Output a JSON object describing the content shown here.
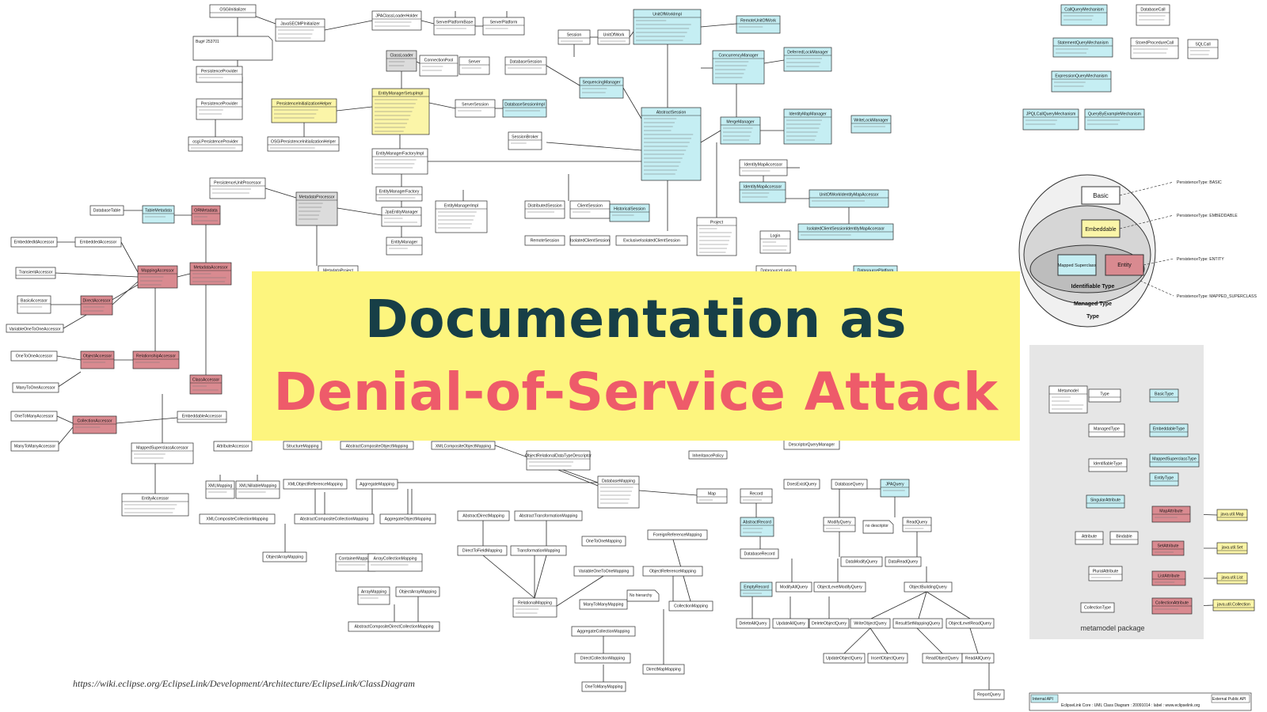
{
  "slide": {
    "title_line1": "Documentation as",
    "title_line2": "Denial-of-Service Attack",
    "source_url": "https://wiki.eclipse.org/EclipseLink/Development/Architecture/EclipseLink/ClassDiagram"
  },
  "colors": {
    "title_panel": "#fdf57e",
    "title_line1": "#173f47",
    "title_line2": "#ee5b6a",
    "class_white": "#ffffff",
    "class_cyan": "#c5eef3",
    "class_red": "#d98a90",
    "class_yellow": "#fbf5a8",
    "class_gray": "#dcdcdc",
    "line": "#2a2a2a"
  },
  "uml": {
    "classes": [
      {
        "label": "OSGiInitializer",
        "style": "white"
      },
      {
        "label": "JavaSECMPInitializer",
        "style": "white"
      },
      {
        "label": "JPAClassLoaderHolder",
        "style": "white"
      },
      {
        "label": "ServerPlatformBase",
        "style": "white"
      },
      {
        "label": "ServerPlatform",
        "style": "white"
      },
      {
        "label": "Session",
        "style": "white"
      },
      {
        "label": "UnitOfWork",
        "style": "white"
      },
      {
        "label": "UnitOfWorkImpl",
        "style": "cyan"
      },
      {
        "label": "RemoteUnitOfWork",
        "style": "cyan"
      },
      {
        "label": "CallQueryMechanism",
        "style": "cyan"
      },
      {
        "label": "DatabaseCall",
        "style": "white"
      },
      {
        "label": "PersistenceProvider",
        "style": "white"
      },
      {
        "label": "ClassLoader",
        "style": "gray"
      },
      {
        "label": "ConnectionPool",
        "style": "white"
      },
      {
        "label": "Server",
        "style": "white"
      },
      {
        "label": "DatabaseSession",
        "style": "white"
      },
      {
        "label": "ConcurrencyManager",
        "style": "cyan"
      },
      {
        "label": "DeferredLockManager",
        "style": "cyan"
      },
      {
        "label": "StatementQueryMechanism",
        "style": "cyan"
      },
      {
        "label": "StoredProcedureCall",
        "style": "white"
      },
      {
        "label": "SQLCall",
        "style": "white"
      },
      {
        "label": "SequencingManager",
        "style": "cyan"
      },
      {
        "label": "ExpressionQueryMechanism",
        "style": "cyan"
      },
      {
        "label": "PersistenceProvider",
        "style": "white"
      },
      {
        "label": "PersistenceInitializationHelper",
        "style": "yellow"
      },
      {
        "label": "EntityManagerSetupImpl",
        "style": "yellow"
      },
      {
        "label": "ServerSession",
        "style": "white"
      },
      {
        "label": "DatabaseSessionImpl",
        "style": "cyan"
      },
      {
        "label": "AbstractSession",
        "style": "cyan"
      },
      {
        "label": "MergeManager",
        "style": "cyan"
      },
      {
        "label": "IdentityMapManager",
        "style": "cyan"
      },
      {
        "label": "WriteLockManager",
        "style": "cyan"
      },
      {
        "label": "JPQLCallQueryMechanism",
        "style": "cyan"
      },
      {
        "label": "QueryByExampleMechanism",
        "style": "cyan"
      },
      {
        "label": "osgi.PersistenceProvider",
        "style": "white"
      },
      {
        "label": "OSGiPersistenceInitializationHelper",
        "style": "white"
      },
      {
        "label": "SessionBroker",
        "style": "white"
      },
      {
        "label": "EntityManagerFactoryImpl",
        "style": "white"
      },
      {
        "label": "IdentityMapAccessor",
        "style": "white"
      },
      {
        "label": "PersistenceUnitProcessor",
        "style": "white"
      },
      {
        "label": "EntityManagerFactory",
        "style": "white"
      },
      {
        "label": "IdentityMapAccessor",
        "style": "cyan"
      },
      {
        "label": "UnitOfWorkIdentityMapAccessor",
        "style": "cyan"
      },
      {
        "label": "DatabaseTable",
        "style": "white"
      },
      {
        "label": "TableMetadata",
        "style": "cyan"
      },
      {
        "label": "ORMetadata",
        "style": "red"
      },
      {
        "label": "MetadataProcessor",
        "style": "gray"
      },
      {
        "label": "JpaEntityManager",
        "style": "white"
      },
      {
        "label": "EntityManagerImpl",
        "style": "white"
      },
      {
        "label": "DistributedSession",
        "style": "white"
      },
      {
        "label": "ClientSession",
        "style": "white"
      },
      {
        "label": "HistoricalSession",
        "style": "cyan"
      },
      {
        "label": "Project",
        "style": "white"
      },
      {
        "label": "IsolatedClientSessionIdentityMapAccessor",
        "style": "cyan"
      },
      {
        "label": "EmbeddedIdAccessor",
        "style": "white"
      },
      {
        "label": "EmbeddedAccessor",
        "style": "white"
      },
      {
        "label": "EntityManager",
        "style": "white"
      },
      {
        "label": "RemoteSession",
        "style": "white"
      },
      {
        "label": "IsolatedClientSession",
        "style": "white"
      },
      {
        "label": "ExclusiveIsolatedClientSession",
        "style": "white"
      },
      {
        "label": "Login",
        "style": "white"
      },
      {
        "label": "TransientAccessor",
        "style": "white"
      },
      {
        "label": "MappingAccessor",
        "style": "red"
      },
      {
        "label": "MetadataAccessor",
        "style": "red"
      },
      {
        "label": "MetadataProject",
        "style": "white"
      },
      {
        "label": "DatasourceLogin",
        "style": "white"
      },
      {
        "label": "DatasourcePlatform",
        "style": "cyan"
      },
      {
        "label": "BasicAccessor",
        "style": "white"
      },
      {
        "label": "DirectAccessor",
        "style": "red"
      },
      {
        "label": "VariableOneToOneAccessor",
        "style": "white"
      },
      {
        "label": "OneToOneAccessor",
        "style": "white"
      },
      {
        "label": "ObjectAccessor",
        "style": "red"
      },
      {
        "label": "RelationshipAccessor",
        "style": "red"
      },
      {
        "label": "ManyToOneAccessor",
        "style": "white"
      },
      {
        "label": "ClassAccessor",
        "style": "red"
      },
      {
        "label": "OneToManyAccessor",
        "style": "white"
      },
      {
        "label": "EmbeddableAccessor",
        "style": "white"
      },
      {
        "label": "CollectionAccessor",
        "style": "red"
      },
      {
        "label": "ManyToManyAccessor",
        "style": "white"
      },
      {
        "label": "MappedSuperclassAccessor",
        "style": "white"
      },
      {
        "label": "AttributeAccessor",
        "style": "white"
      },
      {
        "label": "StructureMapping",
        "style": "white"
      },
      {
        "label": "AbstractCompositeObjectMapping",
        "style": "white"
      },
      {
        "label": "XMLCompositeObjectMapping",
        "style": "white"
      },
      {
        "label": "ObjectRelationalDataTypeDescriptor",
        "style": "white"
      },
      {
        "label": "InheritancePolicy",
        "style": "white"
      },
      {
        "label": "DescriptorQueryManager",
        "style": "white"
      },
      {
        "label": "EntityAccessor",
        "style": "white"
      },
      {
        "label": "XMLMapping",
        "style": "white"
      },
      {
        "label": "XMLNillableMapping",
        "style": "white"
      },
      {
        "label": "XMLObjectReferenceMapping",
        "style": "white"
      },
      {
        "label": "AggregateMapping",
        "style": "white"
      },
      {
        "label": "DatabaseMapping",
        "style": "white"
      },
      {
        "label": "Map",
        "style": "white"
      },
      {
        "label": "Record",
        "style": "white"
      },
      {
        "label": "DoesExistQuery",
        "style": "white"
      },
      {
        "label": "DatabaseQuery",
        "style": "white"
      },
      {
        "label": "JPAQuery",
        "style": "cyan"
      },
      {
        "label": "XMLCompositeCollectionMapping",
        "style": "white"
      },
      {
        "label": "AbstractCompositeCollectionMapping",
        "style": "white"
      },
      {
        "label": "AggregateObjectMapping",
        "style": "white"
      },
      {
        "label": "AbstractDirectMapping",
        "style": "white"
      },
      {
        "label": "AbstractTransformationMapping",
        "style": "white"
      },
      {
        "label": "AbstractRecord",
        "style": "cyan"
      },
      {
        "label": "ModifyQuery",
        "style": "white"
      },
      {
        "label": "ReadQuery",
        "style": "white"
      },
      {
        "label": "ForeignReferenceMapping",
        "style": "white"
      },
      {
        "label": "ObjectArrayMapping",
        "style": "white"
      },
      {
        "label": "ContainerMapping",
        "style": "white"
      },
      {
        "label": "ArrayCollectionMapping",
        "style": "white"
      },
      {
        "label": "OneToOneMapping",
        "style": "white"
      },
      {
        "label": "DirectToFieldMapping",
        "style": "white"
      },
      {
        "label": "TransformationMapping",
        "style": "white"
      },
      {
        "label": "DatabaseRecord",
        "style": "white"
      },
      {
        "label": "DataModifyQuery",
        "style": "white"
      },
      {
        "label": "DataReadQuery",
        "style": "white"
      },
      {
        "label": "VariableOneToOneMapping",
        "style": "white"
      },
      {
        "label": "ObjectReferenceMapping",
        "style": "white"
      },
      {
        "label": "ArrayMapping",
        "style": "white"
      },
      {
        "label": "ObjectArrayMapping",
        "style": "white"
      },
      {
        "label": "EmptyRecord",
        "style": "cyan"
      },
      {
        "label": "ModifyAllQuery",
        "style": "white"
      },
      {
        "label": "ObjectLevelModifyQuery",
        "style": "white"
      },
      {
        "label": "ObjectBuildingQuery",
        "style": "white"
      },
      {
        "label": "RelationalMapping",
        "style": "white"
      },
      {
        "label": "ManyToManyMapping",
        "style": "white"
      },
      {
        "label": "CollectionMapping",
        "style": "white"
      },
      {
        "label": "AbstractCompositeDirectCollectionMapping",
        "style": "white"
      },
      {
        "label": "AggregateCollectionMapping",
        "style": "white"
      },
      {
        "label": "DeleteAllQuery",
        "style": "white"
      },
      {
        "label": "UpdateAllQuery",
        "style": "white"
      },
      {
        "label": "DeleteObjectQuery",
        "style": "white"
      },
      {
        "label": "WriteObjectQuery",
        "style": "white"
      },
      {
        "label": "ResultSetMappingQuery",
        "style": "white"
      },
      {
        "label": "ObjectLevelReadQuery",
        "style": "white"
      },
      {
        "label": "DirectCollectionMapping",
        "style": "white"
      },
      {
        "label": "DirectMapMapping",
        "style": "white"
      },
      {
        "label": "UpdateObjectQuery",
        "style": "white"
      },
      {
        "label": "InsertObjectQuery",
        "style": "white"
      },
      {
        "label": "ReadObjectQuery",
        "style": "white"
      },
      {
        "label": "ReadAllQuery",
        "style": "white"
      },
      {
        "label": "OneToManyMapping",
        "style": "white"
      },
      {
        "label": "ReportQuery",
        "style": "white"
      }
    ],
    "notes": [
      "Bug# 253701",
      "no descriptor",
      "No hierarchy"
    ]
  },
  "venn": {
    "basic": "Basic",
    "embeddable": "Embeddable",
    "mapped_superclass": "Mapped Superclass",
    "entity": "Entity",
    "identifiable_type": "Identifiable Type",
    "managed_type": "Managed Type",
    "type": "Type",
    "persistence_types": [
      "PersistenceType: BASIC",
      "PersistenceType: EMBEDDABLE",
      "PersistenceType: ENTITY",
      "PersistenceType: MAPPED_SUPERCLASS"
    ]
  },
  "metamodel": {
    "caption": "metamodel package",
    "classes": [
      {
        "label": "Metamodel",
        "style": "white"
      },
      {
        "label": "Type",
        "style": "white"
      },
      {
        "label": "BasicType",
        "style": "cyan"
      },
      {
        "label": "ManagedType",
        "style": "white"
      },
      {
        "label": "EmbeddableType",
        "style": "cyan"
      },
      {
        "label": "IdentifiableType",
        "style": "white"
      },
      {
        "label": "MappedSuperclassType",
        "style": "cyan"
      },
      {
        "label": "EntityType",
        "style": "cyan"
      },
      {
        "label": "SingularAttribute",
        "style": "cyan"
      },
      {
        "label": "Attribute",
        "style": "white"
      },
      {
        "label": "Bindable",
        "style": "white"
      },
      {
        "label": "MapAttribute",
        "style": "red"
      },
      {
        "label": "java.util.Map",
        "style": "yellow"
      },
      {
        "label": "SetAttribute",
        "style": "red"
      },
      {
        "label": "java.util.Set",
        "style": "yellow"
      },
      {
        "label": "PluralAttribute",
        "style": "white"
      },
      {
        "label": "ListAttribute",
        "style": "red"
      },
      {
        "label": "java.util.List",
        "style": "yellow"
      },
      {
        "label": "CollectionType",
        "style": "white"
      },
      {
        "label": "CollectionAttribute",
        "style": "red"
      },
      {
        "label": "java.util.Collection",
        "style": "yellow"
      }
    ]
  },
  "legend": {
    "internal_api": "Internal API",
    "external_api": "External Public API",
    "info": "EclipseLink Core : UML Class Diagram : 20091014 : label : www.eclipselink.org"
  }
}
